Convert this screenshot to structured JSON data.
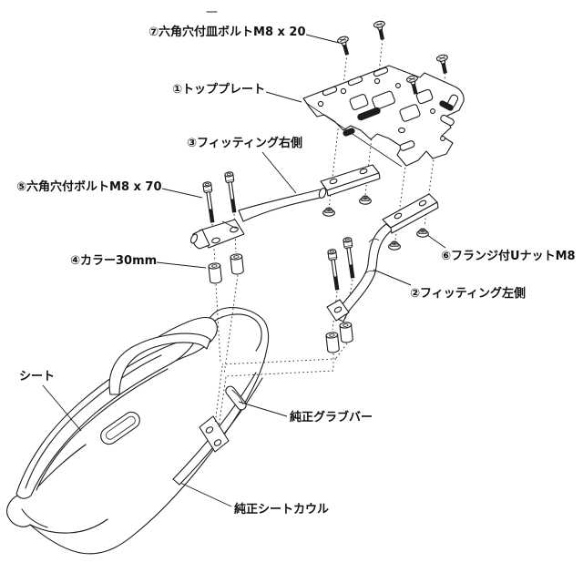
{
  "diagram": {
    "type": "exploded-assembly-drawing",
    "subject": "motorcycle rear carrier top plate fitting kit",
    "colors": {
      "line": "#1c1c1c",
      "background": "#ffffff"
    }
  },
  "labels": {
    "part7": "⑦六角穴付皿ボルトM8 x 20",
    "part1": "①トッププレート",
    "part3": "③フィッティング右側",
    "part5": "⑤六角穴付ボルトM8 x 70",
    "part4": "④カラー30mm",
    "part6": "⑥フランジ付UナットM8",
    "part2": "②フィッティング左側",
    "seat": "シート",
    "grab_bar": "純正グラブバー",
    "seat_cowl": "純正シートカウル"
  }
}
